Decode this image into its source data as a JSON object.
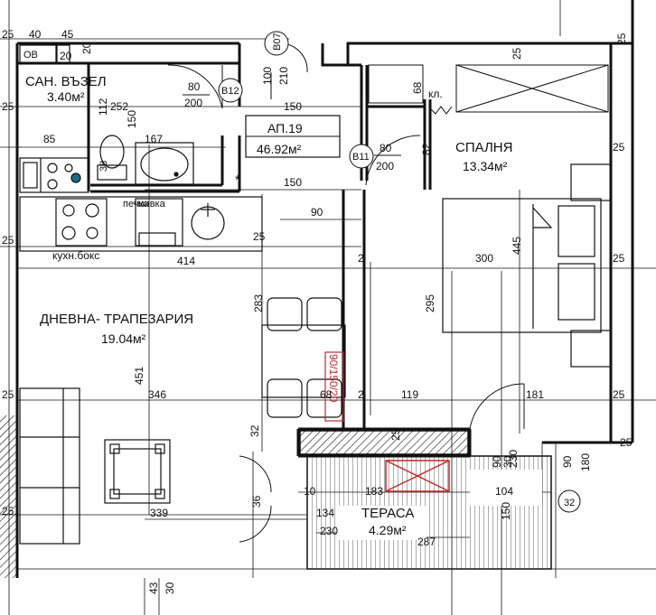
{
  "rooms": {
    "bathroom": {
      "name": "САН. ВЪЗЕЛ",
      "area": "3.40м²"
    },
    "kitchen": {
      "name": "кухн.бокс"
    },
    "stove": {
      "name": "печка"
    },
    "sink": {
      "name": "мивка"
    },
    "living": {
      "name": "ДНЕВНА- ТРАПЕЗАРИЯ",
      "area": "19.04м²"
    },
    "bedroom": {
      "name": "СПАЛНЯ",
      "area": "13.34м²"
    },
    "terrace": {
      "name": "ТЕРАСА",
      "area": "4.29м²"
    },
    "closet": {
      "name": "кл."
    }
  },
  "apartment": {
    "label": "АП.19",
    "area": "46.92м²"
  },
  "doors": {
    "b07": "B07",
    "b12": "B12",
    "b11": "B11",
    "b12_w": "80",
    "b12_h": "200",
    "b11_w": "80",
    "b11_h": "200",
    "b07_w": "100",
    "b07_h": "210"
  },
  "marks": {
    "ov": "ОВ",
    "star": "*",
    "axis": "32",
    "window_code": "90/150/20"
  },
  "dims": {
    "d25a": "25",
    "d40": "40",
    "d45": "45",
    "d20a": "20",
    "d20b": "20",
    "d25b": "25",
    "d25c": "25",
    "d252": "252",
    "d150a": "150",
    "d150b": "150",
    "d68a": "68",
    "d85": "85",
    "d167": "167",
    "d112": "112",
    "d38": "38",
    "d82": "82",
    "d150c": "150",
    "d90a": "90",
    "d414": "414",
    "d25d": "25",
    "d25e": "25",
    "d300": "300",
    "d445": "445",
    "d25f": "25",
    "d2a": "2",
    "d283": "283",
    "d295": "295",
    "d451": "451",
    "d346": "346",
    "d68b": "68",
    "d2b": "2",
    "d119": "119",
    "d181": "181",
    "d25g": "25",
    "d25h": "25",
    "d25i": "25",
    "d32": "32",
    "d25j": "25",
    "d30a": "30",
    "d90b": "90",
    "d230a": "230",
    "d90c": "90",
    "d180": "180",
    "d10": "10",
    "d183": "183",
    "d104": "104",
    "d36": "36",
    "d134": "134",
    "d230b": "230",
    "d150d": "150",
    "d287": "287",
    "d25k": "25",
    "d339": "339",
    "d43": "43",
    "d30b": "30",
    "d25l": "25",
    "d25m": "25"
  },
  "colors": {
    "ink": "#111111",
    "accent": "#c0282d"
  }
}
